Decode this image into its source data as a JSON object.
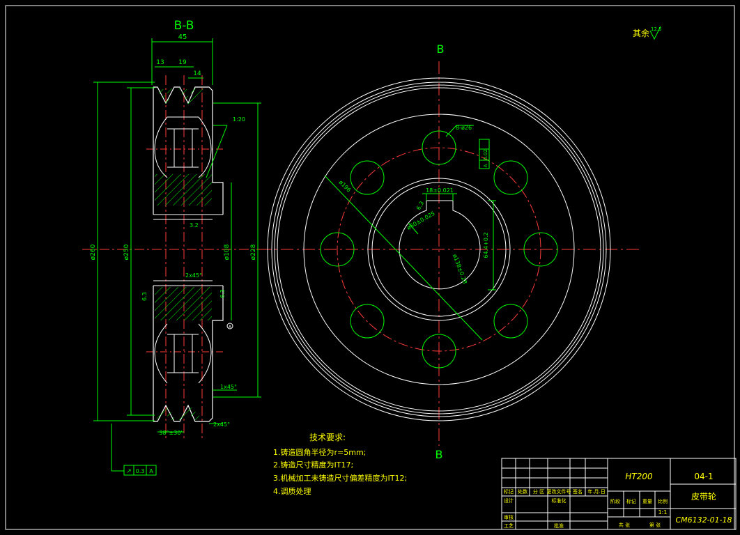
{
  "section_title": "B-B",
  "section_marks": {
    "top": "B",
    "bottom": "B"
  },
  "roughness_note": {
    "label": "其余",
    "value": "12.5"
  },
  "side_view": {
    "dims": {
      "width_total": "45",
      "w13": "13",
      "w19": "19",
      "w14": "14",
      "d260": "ø260",
      "d250": "ø250",
      "d108": "ø108",
      "d228": "ø228",
      "taper": "1:20",
      "chamfer_a": "2x45°",
      "chamfer_b": "1x45°",
      "chamfer_c": "2x45°",
      "angle": "38°±30'",
      "rough_a": "3.2",
      "rough_b": "6.3",
      "rough_c": "6.3",
      "datum": "A"
    },
    "tolerance_frame": {
      "symbol": "↗",
      "value": "0.3",
      "datum": "A"
    }
  },
  "front_view": {
    "labels": {
      "holes": "8-ø26",
      "pcd": "ø196",
      "keyway_width": "18±0.021",
      "bore": "ø60±0.025",
      "hub": "ø138±0.28",
      "key_depth": "64.4+0.2",
      "rough": "6.3",
      "symmetry_value": "0.02",
      "symmetry_datum": "A"
    }
  },
  "tech_requirements": {
    "title": "技术要求:",
    "items": [
      "1.铸造圆角半径为r=5mm;",
      "2.铸造尺寸精度为IT17;",
      "3.机械加工未铸造尺寸偏差精度为IT12;",
      "4.调质处理"
    ]
  },
  "title_block": {
    "material": "HT200",
    "code": "04-1",
    "part_name": "皮带轮",
    "drawing_no": "CM6132-01-18",
    "scale": "1:1",
    "headers": [
      "标记",
      "处数",
      "分 区",
      "更改文件号",
      "签名",
      "年.月.日"
    ],
    "roles": [
      "设计",
      "标准化",
      "审核",
      "工艺",
      "批准"
    ],
    "stage_headers": [
      "阶段",
      "标记",
      "重量",
      "比例"
    ],
    "sheets_total": "共 张",
    "sheet_no": "第 张"
  },
  "colors": {
    "white": "#ffffff",
    "green": "#00ff00",
    "red": "#ff3b3b",
    "yellow": "#ffff00"
  }
}
